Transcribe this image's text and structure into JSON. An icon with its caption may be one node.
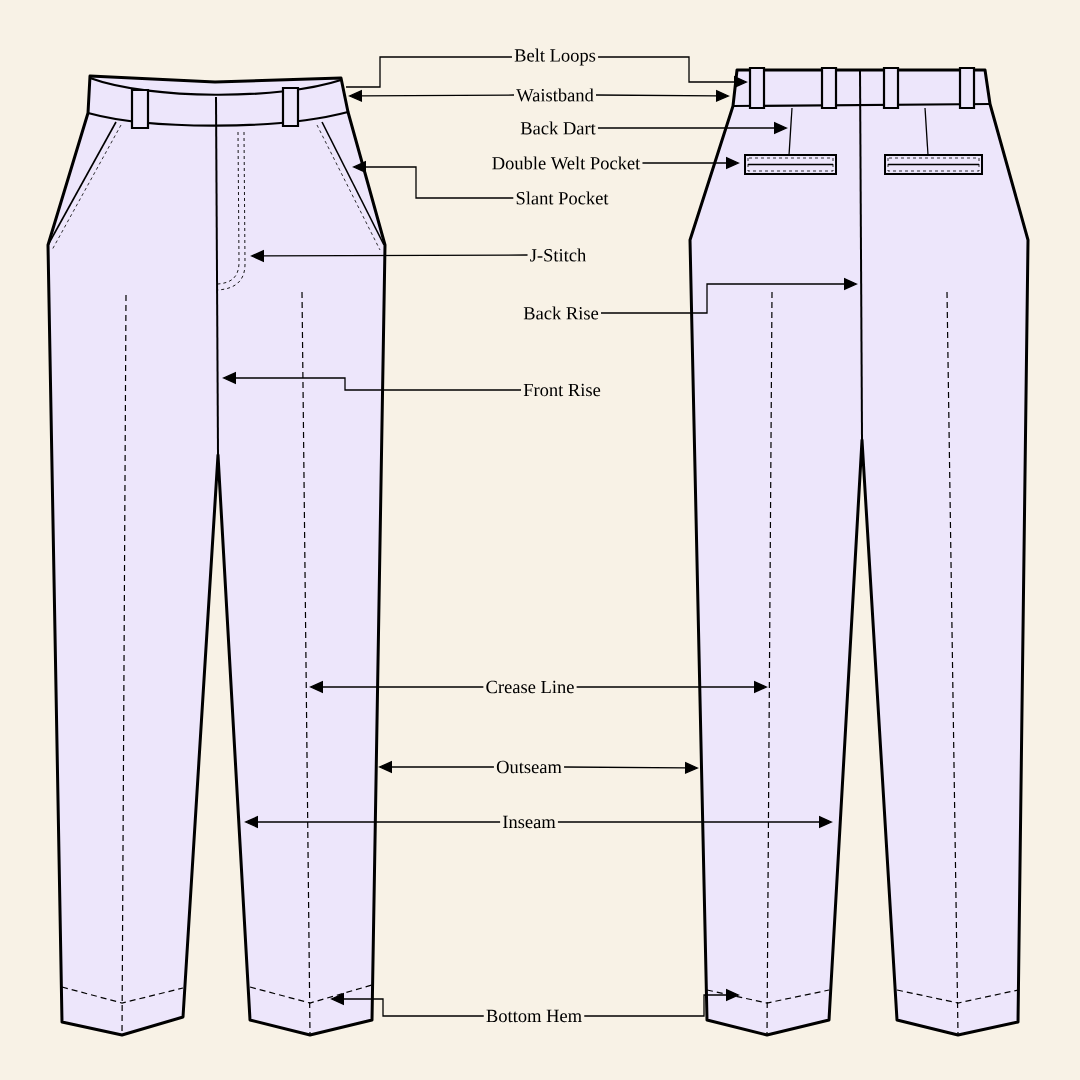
{
  "diagram": {
    "nodes": [
      {
        "text": [
          "Belt Loops"
        ]
      },
      {
        "text": [
          "Waistband"
        ]
      },
      {
        "text": [
          "Back Dart"
        ]
      },
      {
        "text": [
          "Double Welt Pocket"
        ]
      },
      {
        "text": [
          "Slant Pocket"
        ]
      },
      {
        "text": [
          "J-Stitch"
        ]
      },
      {
        "text": [
          "Back Rise"
        ]
      },
      {
        "text": [
          "Front Rise"
        ]
      },
      {
        "text": [
          "Crease Line"
        ]
      },
      {
        "text": [
          "Outseam"
        ]
      },
      {
        "text": [
          "Inseam"
        ]
      },
      {
        "text": [
          "Bottom Hem"
        ]
      }
    ],
    "edges": [
      {
        "from": 0,
        "to": null,
        "arrow": "none"
      },
      {
        "from": 0,
        "to": null,
        "arrow": "to"
      },
      {
        "from": 1,
        "to": null,
        "arrow": "to"
      },
      {
        "from": 1,
        "to": null,
        "arrow": "to"
      },
      {
        "from": 2,
        "to": null,
        "arrow": "to"
      },
      {
        "from": 3,
        "to": null,
        "arrow": "to"
      },
      {
        "from": 4,
        "to": null,
        "arrow": "to"
      },
      {
        "from": 5,
        "to": null,
        "arrow": "to"
      },
      {
        "from": 6,
        "to": null,
        "arrow": "to"
      },
      {
        "from": 7,
        "to": null,
        "arrow": "to"
      },
      {
        "from": 8,
        "to": null,
        "arrow": "to"
      },
      {
        "from": 8,
        "to": null,
        "arrow": "to"
      },
      {
        "from": 9,
        "to": null,
        "arrow": "to"
      },
      {
        "from": 9,
        "to": null,
        "arrow": "to"
      },
      {
        "from": 10,
        "to": null,
        "arrow": "to"
      },
      {
        "from": 10,
        "to": null,
        "arrow": "to"
      },
      {
        "from": 11,
        "to": null,
        "arrow": "to"
      },
      {
        "from": 11,
        "to": null,
        "arrow": "to"
      }
    ]
  }
}
